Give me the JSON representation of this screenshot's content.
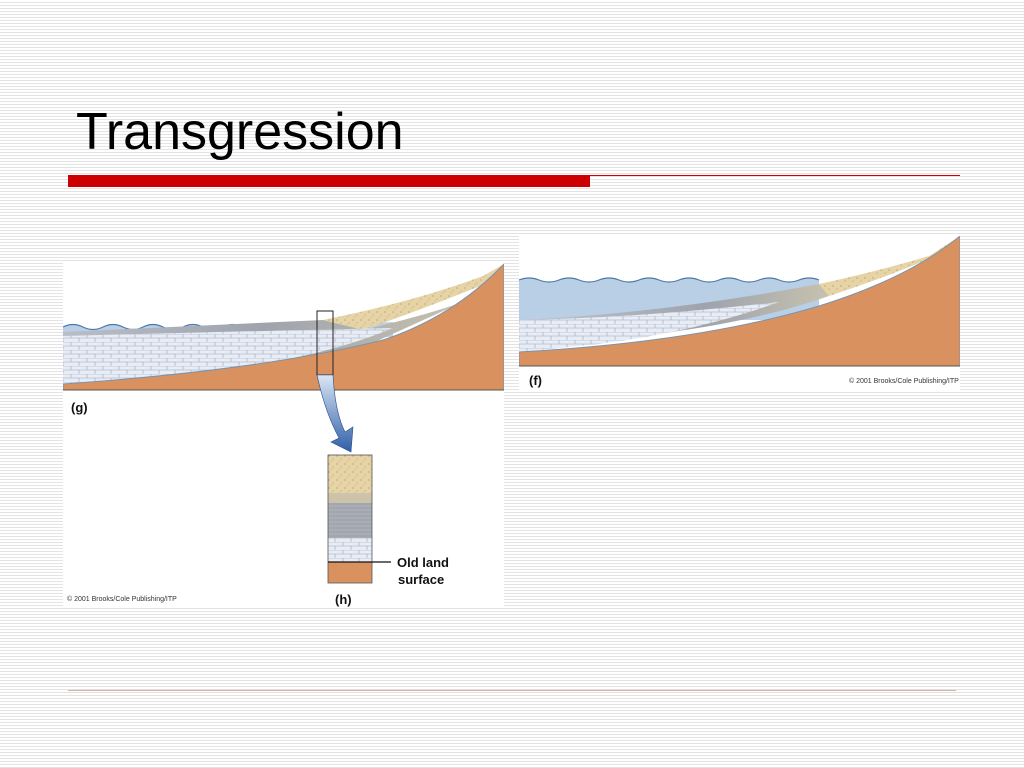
{
  "slide": {
    "title": "Transgression"
  },
  "figure_g": {
    "label": "(g)",
    "copyright": "© 2001 Brooks/Cole Publishing/ITP"
  },
  "figure_h": {
    "label": "(h)",
    "callout_line1": "Old land",
    "callout_line2": "surface"
  },
  "figure_f": {
    "label": "(f)",
    "copyright": "© 2001 Brooks/Cole Publishing/ITP"
  },
  "colors": {
    "title_accent": "#cc0000",
    "land": "#d9925f",
    "water": "#b8cfe6",
    "sand": "#e6d3a6",
    "mud": "#a9adb5",
    "limestone": "#e8ecf4"
  }
}
